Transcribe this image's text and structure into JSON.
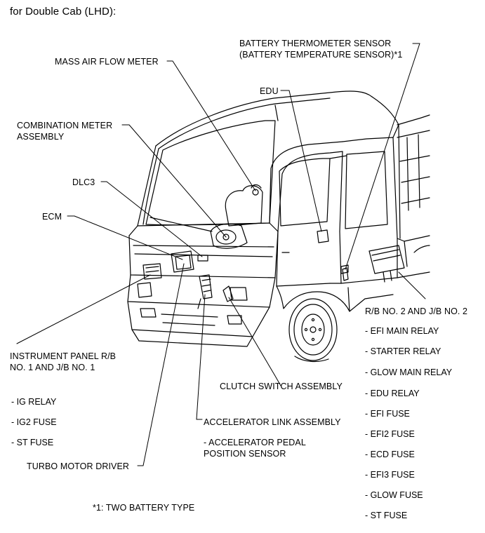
{
  "title": "for Double Cab (LHD):",
  "labels": {
    "battery_sensor": "BATTERY THERMOMETER SENSOR\n(BATTERY TEMPERATURE SENSOR)*1",
    "mass_air_flow": "MASS AIR FLOW METER",
    "edu": "EDU",
    "combination_meter": "COMBINATION METER\nASSEMBLY",
    "dlc3": "DLC3",
    "ecm": "ECM",
    "rb2_jb2": "R/B NO. 2 AND J/B NO. 2",
    "instrument_panel": "INSTRUMENT PANEL R/B\nNO. 1 AND J/B NO. 1",
    "clutch_switch": "CLUTCH SWITCH ASSEMBLY",
    "accelerator_link": "ACCELERATOR LINK ASSEMBLY",
    "accelerator_pedal": "- ACCELERATOR PEDAL\nPOSITION SENSOR",
    "turbo_motor": "TURBO MOTOR DRIVER",
    "footnote": "*1: TWO BATTERY TYPE"
  },
  "left_list": [
    "- IG RELAY",
    "- IG2 FUSE",
    "- ST FUSE"
  ],
  "right_list": [
    "- EFI MAIN RELAY",
    "- STARTER RELAY",
    "- GLOW MAIN RELAY",
    "- EDU RELAY",
    "- EFI FUSE",
    "- EFI2 FUSE",
    "- ECD FUSE",
    "- EFI3 FUSE",
    "- GLOW FUSE",
    "- ST FUSE"
  ]
}
